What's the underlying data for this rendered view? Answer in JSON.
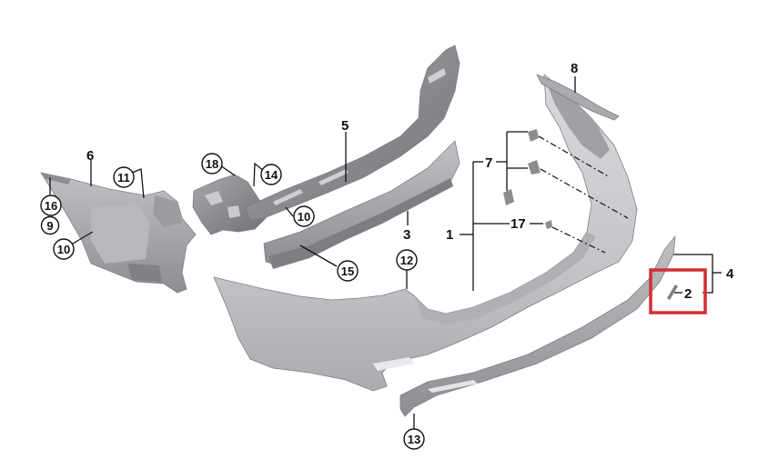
{
  "diagram": {
    "type": "exploded parts diagram",
    "subject": "rear bumper assembly",
    "highlight": {
      "part": "2",
      "color": "#d32f34"
    },
    "colors": {
      "background": "#ffffff",
      "part_fill": "#c4c6c9",
      "part_shadow": "#8a8c90",
      "leader_lines": "#111111"
    },
    "labels": {
      "plain": [
        {
          "id": "1",
          "text": "1"
        },
        {
          "id": "2",
          "text": "2"
        },
        {
          "id": "3",
          "text": "3"
        },
        {
          "id": "4",
          "text": "4"
        },
        {
          "id": "5",
          "text": "5"
        },
        {
          "id": "6",
          "text": "6"
        },
        {
          "id": "7",
          "text": "7"
        },
        {
          "id": "8",
          "text": "8"
        },
        {
          "id": "17",
          "text": "17"
        }
      ],
      "circled": [
        {
          "id": "9",
          "text": "9"
        },
        {
          "id": "10a",
          "text": "10"
        },
        {
          "id": "10b",
          "text": "10"
        },
        {
          "id": "11",
          "text": "11"
        },
        {
          "id": "12",
          "text": "12"
        },
        {
          "id": "13",
          "text": "13"
        },
        {
          "id": "14",
          "text": "14"
        },
        {
          "id": "15",
          "text": "15"
        },
        {
          "id": "16",
          "text": "16"
        },
        {
          "id": "18",
          "text": "18"
        }
      ]
    }
  }
}
